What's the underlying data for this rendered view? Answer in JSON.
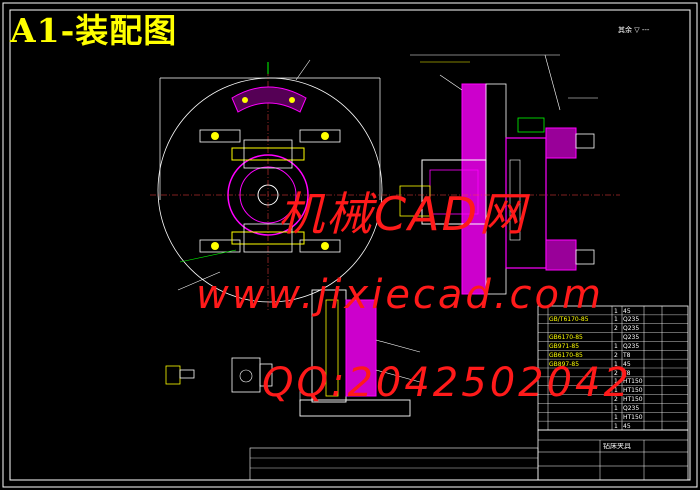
{
  "title": "A1-装配图",
  "scale_note": "其余 ▽ ---",
  "watermark": {
    "line1": "机械CAD网",
    "line2": "www.jixiecad.com",
    "line3": "QQ:2042502042"
  },
  "bom_rows": [
    {
      "code": "",
      "name": "",
      "qty": "1",
      "material": "45"
    },
    {
      "code": "GB/T6170-85",
      "name": "",
      "qty": "1",
      "material": "Q235"
    },
    {
      "code": "",
      "name": "",
      "qty": "2",
      "material": "Q235"
    },
    {
      "code": "GB6170-85",
      "name": "",
      "qty": "",
      "material": "Q235"
    },
    {
      "code": "GB971-85",
      "name": "",
      "qty": "1",
      "material": "Q235"
    },
    {
      "code": "GB6170-85",
      "name": "",
      "qty": "2",
      "material": "T8"
    },
    {
      "code": "GB897-85",
      "name": "",
      "qty": "1",
      "material": "45"
    },
    {
      "code": "",
      "name": "",
      "qty": "2",
      "material": "T8"
    },
    {
      "code": "",
      "name": "",
      "qty": "1",
      "material": "HT150"
    },
    {
      "code": "",
      "name": "",
      "qty": "1",
      "material": "HT150"
    },
    {
      "code": "",
      "name": "",
      "qty": "2",
      "material": "HT150"
    },
    {
      "code": "",
      "name": "",
      "qty": "1",
      "material": "Q235"
    },
    {
      "code": "",
      "name": "",
      "qty": "1",
      "material": "HT150"
    },
    {
      "code": "",
      "name": "",
      "qty": "1",
      "material": "45"
    }
  ],
  "title_block": {
    "drawing_name": "钻床夹具",
    "company": "",
    "sheet": ""
  },
  "colors": {
    "background": "#000000",
    "outline": "#ffffff",
    "part": "#ff00ff",
    "annotation": "#00ff00",
    "highlight": "#ffff00",
    "watermark": "#ff1a1a",
    "body_fill": "#cc00cc"
  }
}
